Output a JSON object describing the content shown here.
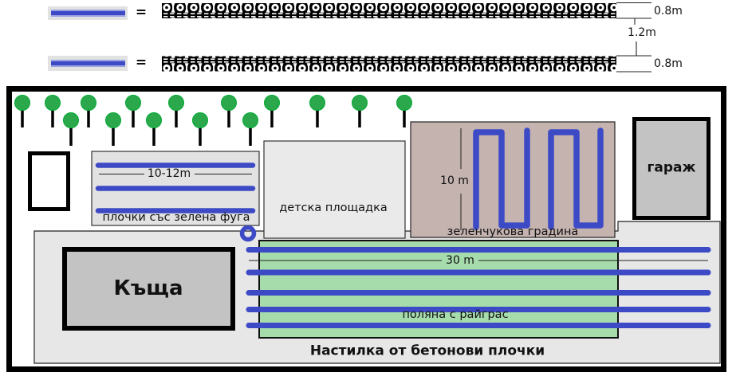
{
  "legend": {
    "rows": [
      {
        "equals": "=",
        "height_label": "0.8m"
      },
      {
        "equals": "=",
        "height_label": "0.8m"
      }
    ],
    "spacing_label": "1.2m"
  },
  "yard": {
    "tiles_area": {
      "label": "плочки със зелена фуга",
      "dimension": "10-12m"
    },
    "playground": {
      "label": "детска площадка"
    },
    "vegetable_garden": {
      "label": "зеленчукова градина",
      "dimension": "10 m"
    },
    "garage": {
      "label": "гараж"
    },
    "house": {
      "label": "Къща"
    },
    "lawn": {
      "label": "поляна с райграс",
      "dimension": "30 m"
    },
    "pavement": {
      "label": "Настилка от бетонови плочки"
    }
  },
  "colors": {
    "hose_blue": "#3c4ac6",
    "hose_blue_light": "#9aa2e2",
    "lawn_green": "#a6dcac",
    "tree_green": "#2ca84c",
    "garden_brown": "#c5b3af",
    "building_gray": "#c3c3c3",
    "pavement_gray": "#e7e7e7",
    "tile_gray": "#e2e2e2"
  }
}
